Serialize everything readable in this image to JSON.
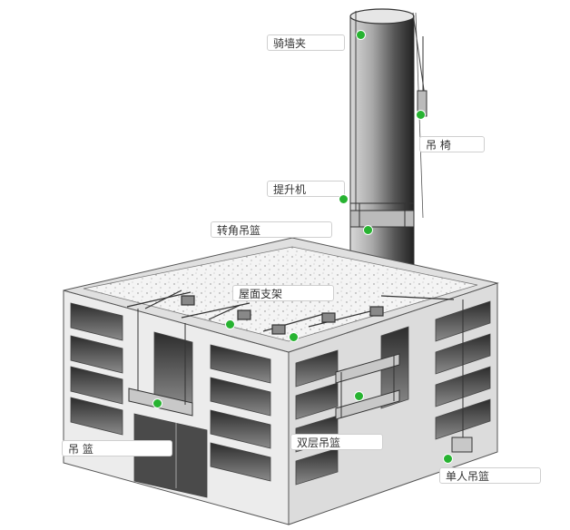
{
  "labels": {
    "wall_clamp": "骑墙夹",
    "chair": "吊 椅",
    "hoist": "提升机",
    "corner_basket": "转角吊篮",
    "roof_support": "屋面支架",
    "basket": "吊   篮",
    "double_deck": "双层吊篮",
    "single_basket": "单人吊篮"
  },
  "colors": {
    "marker": "#27b331",
    "label_border": "#cfcfcf",
    "wall_front": "#ececec",
    "wall_right": "#dcdcdc",
    "roof": "#f4f4f4",
    "window": "#4a4a4a",
    "chimney_light": "#c8c8c8",
    "chimney_dark": "#2e2e2e"
  }
}
